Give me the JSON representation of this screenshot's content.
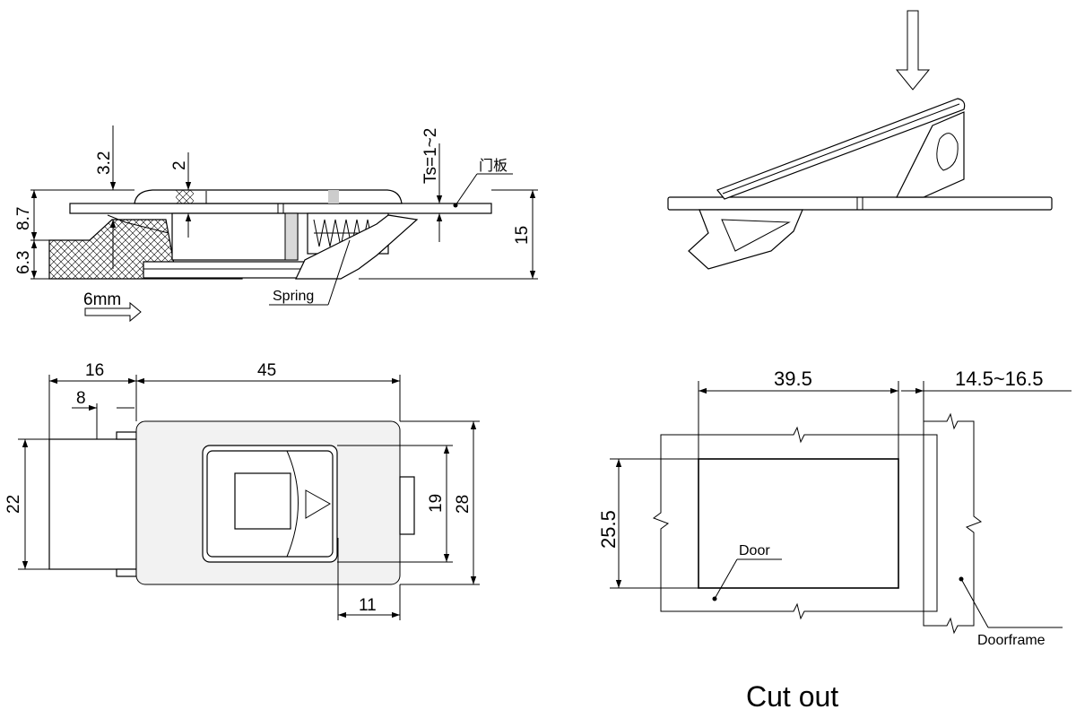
{
  "side_section": {
    "dims": {
      "d_3_2": "3.2",
      "d_2": "2",
      "d_8_7": "8.7",
      "d_6_3": "6.3",
      "d_15": "15",
      "ts": "Ts=1~2"
    },
    "labels": {
      "door_panel": "门板",
      "spring": "Spring",
      "travel": "6mm"
    }
  },
  "front_view": {
    "dims": {
      "d_16": "16",
      "d_45": "45",
      "d_8": "8",
      "d_22": "22",
      "d_19": "19",
      "d_28": "28",
      "d_11": "11"
    }
  },
  "cutout_view": {
    "dims": {
      "d_39_5": "39.5",
      "d_14_5": "14.5~16.5",
      "d_25_5": "25.5"
    },
    "labels": {
      "door": "Door",
      "doorframe": "Doorframe"
    },
    "caption": "Cut out"
  }
}
